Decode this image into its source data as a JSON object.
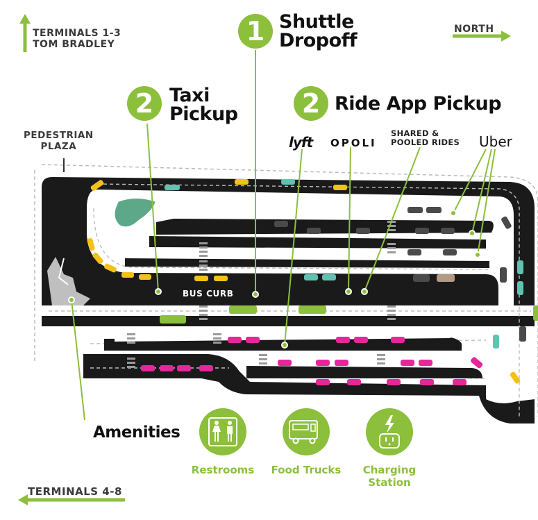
{
  "directions": {
    "terminals_1_3_line1": "TERMINALS 1-3",
    "terminals_1_3_line2": "TOM BRADLEY",
    "north": "NORTH",
    "terminals_4_8": "TERMINALS 4-8"
  },
  "zones": {
    "shuttle": {
      "number": "1",
      "line1": "Shuttle",
      "line2": "Dropoff"
    },
    "taxi": {
      "number": "2",
      "line1": "Taxi",
      "line2": "Pickup"
    },
    "ride_app": {
      "number": "2",
      "line1": "Ride App Pickup"
    }
  },
  "ride_apps": {
    "lyft": "lyft",
    "opoli": "OPOLI",
    "shared_line1": "SHARED &",
    "shared_line2": "POOLED RIDES",
    "uber": "Uber"
  },
  "pedestrian_plaza": {
    "line1": "PEDESTRIAN",
    "line2": "PLAZA"
  },
  "bus_curb": "BUS CURB",
  "amenities": {
    "title": "Amenities",
    "items": [
      {
        "label": "Restrooms",
        "icon": "restroom-icon"
      },
      {
        "label": "Food Trucks",
        "icon": "food-truck-icon"
      },
      {
        "label": "Charging Station",
        "icon": "charging-station-icon"
      }
    ],
    "charging_line1": "Charging",
    "charging_line2": "Station"
  },
  "colors": {
    "brand_green": "#8cbf3c",
    "road_black": "#1a1a1a",
    "taxi_yellow": "#f2c21b",
    "shuttle_green": "#8cbf3c",
    "pink_vehicle": "#e6279a",
    "teal_vehicle": "#5ec4b2",
    "gray_vehicle": "#4a4a4a",
    "plaza_green": "#5ca888"
  }
}
